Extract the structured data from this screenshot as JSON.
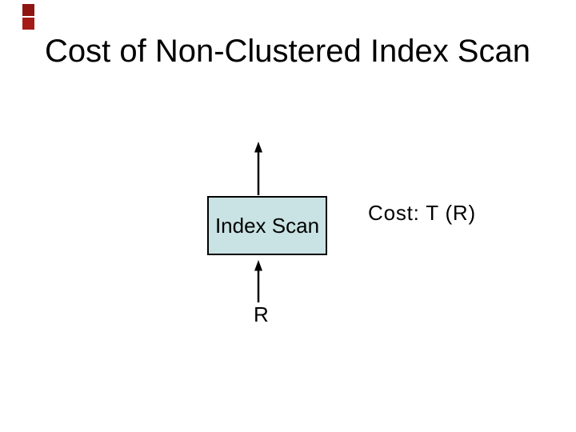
{
  "slide": {
    "title": "Cost of Non-Clustered Index Scan",
    "decor_squares": [
      {
        "position": "top",
        "color": "#8f1513"
      },
      {
        "position": "bottom",
        "color": "#a51b15"
      }
    ],
    "diagram": {
      "operator_box": {
        "label": "Index Scan",
        "fill": "#c9e2e3",
        "border": "#000000"
      },
      "input_label": "R",
      "cost_label": "Cost: T (R)",
      "arrow_color": "#000000"
    }
  }
}
